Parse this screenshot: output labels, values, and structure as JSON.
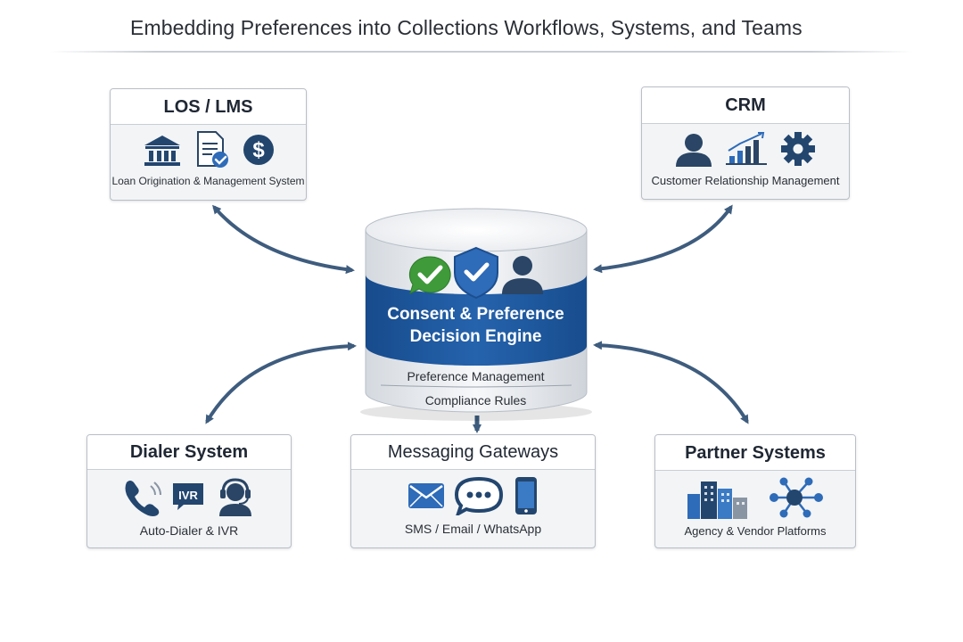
{
  "title": "Embedding Preferences into Collections Workflows, Systems, and Teams",
  "engine": {
    "title_line1": "Consent & Preference",
    "title_line2": "Decision Engine",
    "layer1": "Preference Management",
    "layer2": "Compliance Rules",
    "icons": [
      "green-check-chat-icon",
      "shield-check-icon",
      "person-icon"
    ]
  },
  "nodes": {
    "los": {
      "title": "LOS / LMS",
      "subtitle": "Loan Origination & Management System",
      "icons": [
        "bank-icon",
        "document-check-icon",
        "dollar-coin-icon"
      ]
    },
    "crm": {
      "title": "CRM",
      "subtitle": "Customer Relationship Management",
      "icons": [
        "person-icon",
        "bar-chart-icon",
        "gear-icon"
      ]
    },
    "dialer": {
      "title": "Dialer System",
      "subtitle": "Auto-Dialer & IVR",
      "ivr_label": "IVR",
      "icons": [
        "phone-icon",
        "ivr-icon",
        "headset-agent-icon"
      ]
    },
    "messaging": {
      "title": "Messaging Gateways",
      "subtitle": "SMS / Email / WhatsApp",
      "icons": [
        "envelope-icon",
        "chat-bubble-icon",
        "mobile-phone-icon"
      ]
    },
    "partner": {
      "title": "Partner Systems",
      "subtitle": "Agency & Vendor Platforms",
      "icons": [
        "buildings-icon",
        "network-icon"
      ]
    }
  },
  "colors": {
    "brand_blue": "#1f5ca6",
    "navy": "#23466f",
    "green": "#3f9a3a",
    "arrow": "#3e5c7e"
  }
}
